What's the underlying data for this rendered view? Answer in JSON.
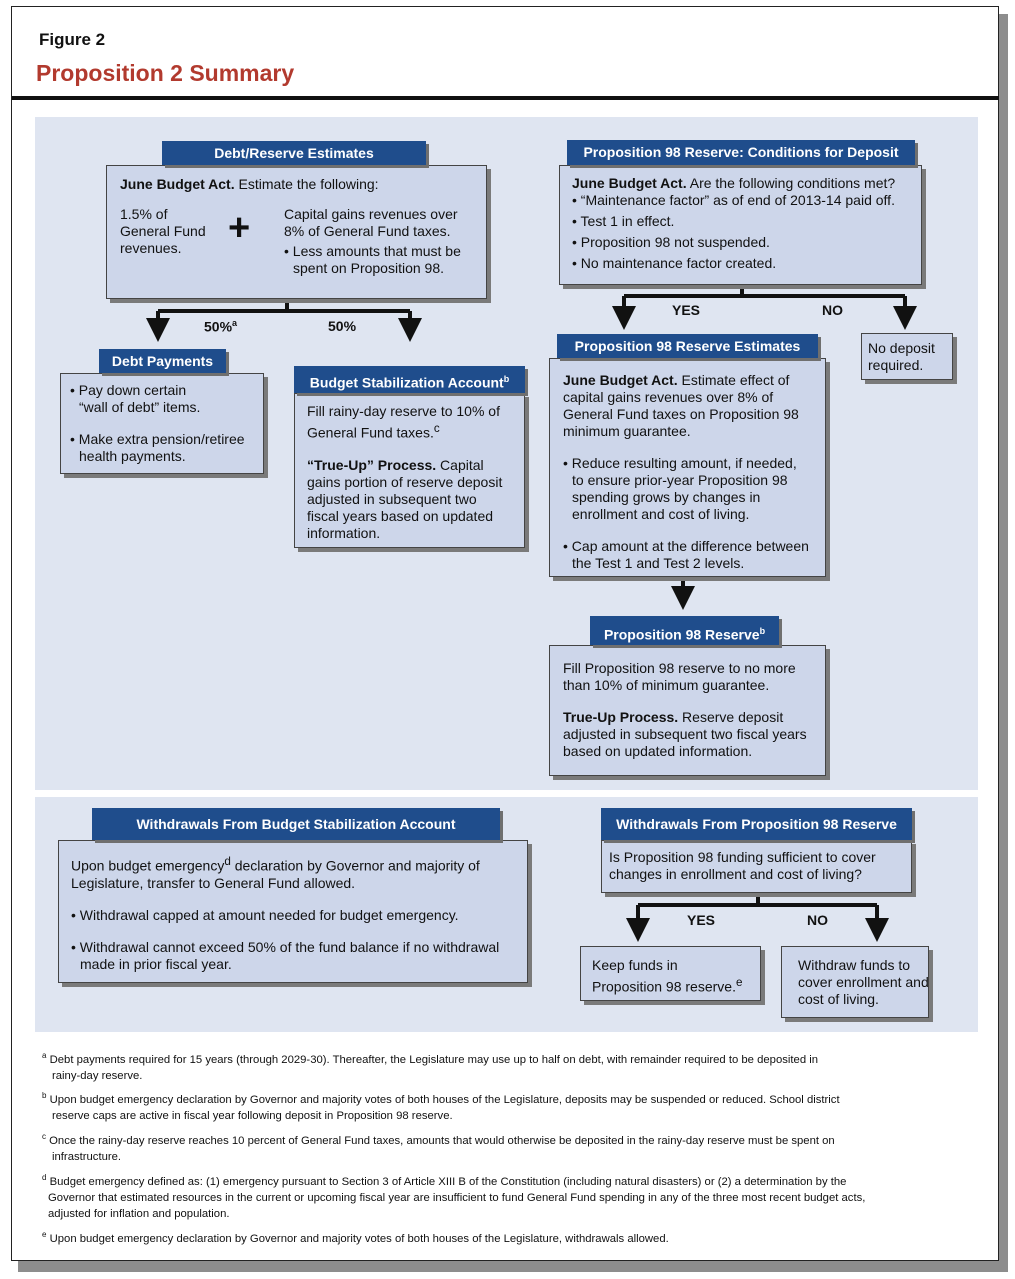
{
  "figure_label": "Figure 2",
  "title": "Proposition 2 Summary",
  "debt_reserve": {
    "header": "Debt/Reserve Estimates",
    "intro_bold": "June Budget Act.",
    "intro": "Estimate the following:",
    "left_1": "1.5% of",
    "left_2": "General Fund",
    "left_3": "revenues.",
    "plus": "+",
    "right_1": "Capital gains revenues over",
    "right_2": "8% of General Fund taxes.",
    "right_3": "• Less amounts that must be",
    "right_4": "spent on Proposition 98.",
    "split_left": "50%",
    "split_left_note": "a",
    "split_right": "50%"
  },
  "debt_payments": {
    "header": "Debt Payments",
    "b1_1": "• Pay down certain",
    "b1_2": "“wall of debt” items.",
    "b2_1": "• Make extra pension/retiree",
    "b2_2": "health payments."
  },
  "bsa": {
    "header": "Budget Stabilization Account",
    "header_note": "b",
    "p1_1": "Fill rainy-day reserve to 10% of",
    "p1_2": "General Fund taxes.",
    "p1_note": "c",
    "p2_bold": "“True-Up” Process.",
    "p2_1": "Capital",
    "p2_2": "gains portion of reserve deposit",
    "p2_3": "adjusted in subsequent two",
    "p2_4": "fiscal years based on updated",
    "p2_5": "information."
  },
  "p98_conditions": {
    "header": "Proposition 98 Reserve: Conditions for Deposit",
    "intro_bold": "June Budget Act.",
    "intro": "Are the following conditions met?",
    "c1": "• “Maintenance factor” as of end of 2013-14 paid off.",
    "c2": "• Test 1 in effect.",
    "c3": "• Proposition 98 not suspended.",
    "c4": "• No maintenance factor created.",
    "yes": "YES",
    "no": "NO"
  },
  "no_deposit": {
    "l1": "No deposit",
    "l2": "required."
  },
  "p98_estimates": {
    "header": "Proposition 98 Reserve Estimates",
    "p1_bold": "June Budget Act.",
    "p1_1": "Estimate effect of",
    "p1_2": "capital gains revenues over 8% of",
    "p1_3": "General Fund taxes on Proposition 98",
    "p1_4": "minimum guarantee.",
    "b1_1": "• Reduce resulting amount, if needed,",
    "b1_2": "to ensure prior-year Proposition 98",
    "b1_3": "spending grows by changes in",
    "b1_4": "enrollment and cost of living.",
    "b2_1": "• Cap amount at the difference between",
    "b2_2": "the Test 1 and Test 2 levels."
  },
  "p98_reserve": {
    "header": "Proposition 98 Reserve",
    "header_note": "b",
    "p1_1": "Fill Proposition 98 reserve to no more",
    "p1_2": "than 10% of minimum guarantee.",
    "p2_bold": "True-Up Process.",
    "p2_1": "Reserve deposit",
    "p2_2": "adjusted in subsequent two fiscal years",
    "p2_3": "based on updated information."
  },
  "bsa_withdrawals": {
    "header": "Withdrawals From Budget Stabilization Account",
    "p1_a": "Upon budget emergency",
    "p1_note": "d",
    "p1_b": "declaration by Governor and majority of",
    "p1_2": "Legislature, transfer to General Fund allowed.",
    "b1": "• Withdrawal capped at amount needed for budget emergency.",
    "b2_1": "• Withdrawal cannot exceed 50% of the fund balance if no withdrawal",
    "b2_2": "made in prior fiscal year."
  },
  "p98_withdrawals": {
    "header": "Withdrawals From Proposition 98 Reserve",
    "q1": "Is Proposition 98 funding sufficient to cover",
    "q2": "changes in enrollment and cost of living?",
    "yes": "YES",
    "no": "NO",
    "keep_1": "Keep funds in",
    "keep_2": "Proposition 98 reserve.",
    "keep_note": "e",
    "withdraw_1": "Withdraw funds to",
    "withdraw_2": "cover enrollment and",
    "withdraw_3": "cost of living."
  },
  "footnotes": {
    "a_mark": "a",
    "a_1": "Debt payments required for 15 years (through 2029-30). Thereafter, the Legislature may use up to half on debt, with remainder required to be deposited in",
    "a_2": "rainy-day reserve.",
    "b_mark": "b",
    "b_1": "Upon budget emergency declaration by Governor and majority votes of both houses of the Legislature, deposits may be suspended or reduced. School district",
    "b_2": "reserve caps are active in fiscal year following deposit in Proposition 98 reserve.",
    "c_mark": "c",
    "c_1": "Once the rainy-day reserve reaches 10 percent of General Fund taxes, amounts that would otherwise be deposited in the rainy-day reserve must be spent on",
    "c_2": "infrastructure.",
    "d_mark": "d",
    "d_1": "Budget emergency defined as: (1) emergency pursuant to Section 3 of Article XIII B of the Constitution (including natural disasters) or (2) a determination by the",
    "d_2": "Governor that estimated resources in the current or upcoming fiscal year are insufficient to fund General Fund spending in any of the three most recent budget acts,",
    "d_3": "adjusted for inflation and population.",
    "e_mark": "e",
    "e_1": "Upon budget emergency declaration by Governor and majority votes of both houses of the Legislature, withdrawals allowed."
  }
}
